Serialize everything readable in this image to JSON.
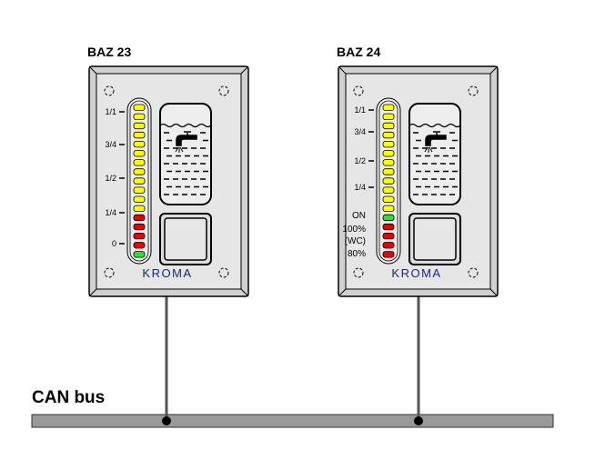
{
  "bus": {
    "label": "CAN bus"
  },
  "colors": {
    "yellow": "#ffff00",
    "red": "#ee0000",
    "green": "#33dd33",
    "panel": "#e6e6e6",
    "bus": "#999999",
    "brand": "#1a2a6a"
  },
  "panels": [
    {
      "title": "BAZ 23",
      "brand": "KROMA",
      "leds": [
        "yellow",
        "yellow",
        "yellow",
        "yellow",
        "yellow",
        "yellow",
        "yellow",
        "yellow",
        "yellow",
        "yellow",
        "yellow",
        "yellow",
        "red",
        "red",
        "red",
        "red",
        "green"
      ],
      "scale": [
        {
          "text": "1/1",
          "tick": true
        },
        {
          "text": "3/4",
          "tick": true
        },
        {
          "text": "1/2",
          "tick": true
        },
        {
          "text": "1/4",
          "tick": true
        },
        {
          "text": "0",
          "tick": true
        }
      ]
    },
    {
      "title": "BAZ 24",
      "brand": "KROMA",
      "leds": [
        "yellow",
        "yellow",
        "yellow",
        "yellow",
        "yellow",
        "yellow",
        "yellow",
        "yellow",
        "yellow",
        "yellow",
        "yellow",
        "yellow",
        "green",
        "red",
        "red",
        "red",
        "red"
      ],
      "scale": [
        {
          "text": "1/1",
          "tick": true
        },
        {
          "text": "3/4",
          "tick": true
        },
        {
          "text": "1/2",
          "tick": true
        },
        {
          "text": "1/4",
          "tick": true
        },
        {
          "text": "ON",
          "tick": false
        },
        {
          "text": "100%",
          "tick": false
        },
        {
          "text": "(WC)",
          "tick": false
        },
        {
          "text": "80%",
          "tick": false
        }
      ]
    }
  ]
}
